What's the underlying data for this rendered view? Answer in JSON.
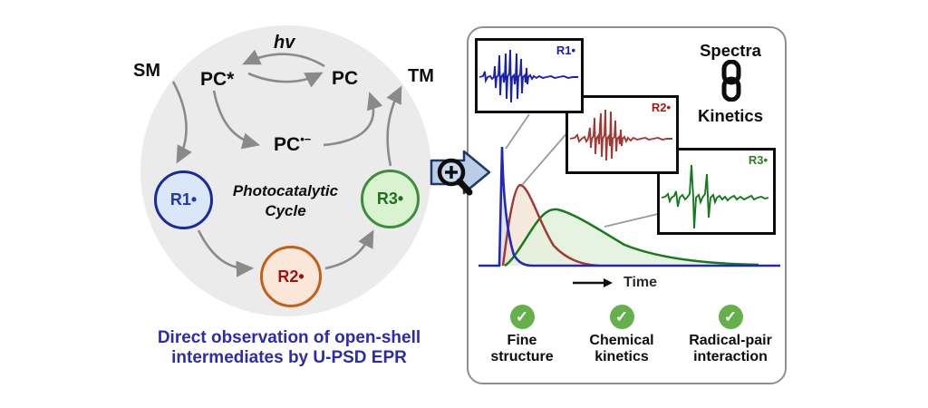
{
  "left": {
    "sm": "SM",
    "tm": "TM",
    "hv": "hv",
    "pc_star": "PC*",
    "pc": "PC",
    "pc_radical_base": "PC",
    "pc_radical_sup": "•−",
    "cycle_line1": "Photocatalytic",
    "cycle_line2": "Cycle",
    "radicals": [
      {
        "label": "R1•",
        "text_color": "#2336b4",
        "fill": "#d9e7f8",
        "border": "#1b2a9b"
      },
      {
        "label": "R2•",
        "text_color": "#9c1310",
        "fill": "#fbe7d9",
        "border": "#c35f16"
      },
      {
        "label": "R3•",
        "text_color": "#1e7020",
        "fill": "#d9f3d1",
        "border": "#3f8c3c"
      }
    ],
    "caption_line1": "Direct observation of open-shell",
    "caption_line2": "intermediates by U-PSD EPR",
    "caption_color": "#2c2caa",
    "arrow_color": "#8a8a8a",
    "circle_bg": "#ebebeb"
  },
  "magnifier": {
    "plus": "+",
    "arrow_fill": "#b9cde9",
    "arrow_border": "#1f3864"
  },
  "right": {
    "header": {
      "top": "Spectra",
      "bottom": "Kinetics"
    },
    "spectra": [
      {
        "label": "R1•",
        "color": "#1c22a8"
      },
      {
        "label": "R2•",
        "color": "#b01510"
      },
      {
        "label": "R3•",
        "color": "#2e7d1e"
      }
    ],
    "kinetics": {
      "time_label": "Time",
      "series": [
        {
          "name": "R1•",
          "color": "#2328b4",
          "peak_order": 1,
          "width": "narrow"
        },
        {
          "name": "R2•",
          "color": "#a03a32",
          "peak_order": 2,
          "width": "medium"
        },
        {
          "name": "R3•",
          "color": "#177a1d",
          "peak_order": 3,
          "width": "broad"
        }
      ]
    },
    "features": [
      {
        "line1": "Fine",
        "line2": "structure"
      },
      {
        "line1": "Chemical",
        "line2": "kinetics"
      },
      {
        "line1": "Radical-pair",
        "line2": "interaction"
      }
    ],
    "check_color": "#66b04b",
    "check_glyph": "✓"
  }
}
